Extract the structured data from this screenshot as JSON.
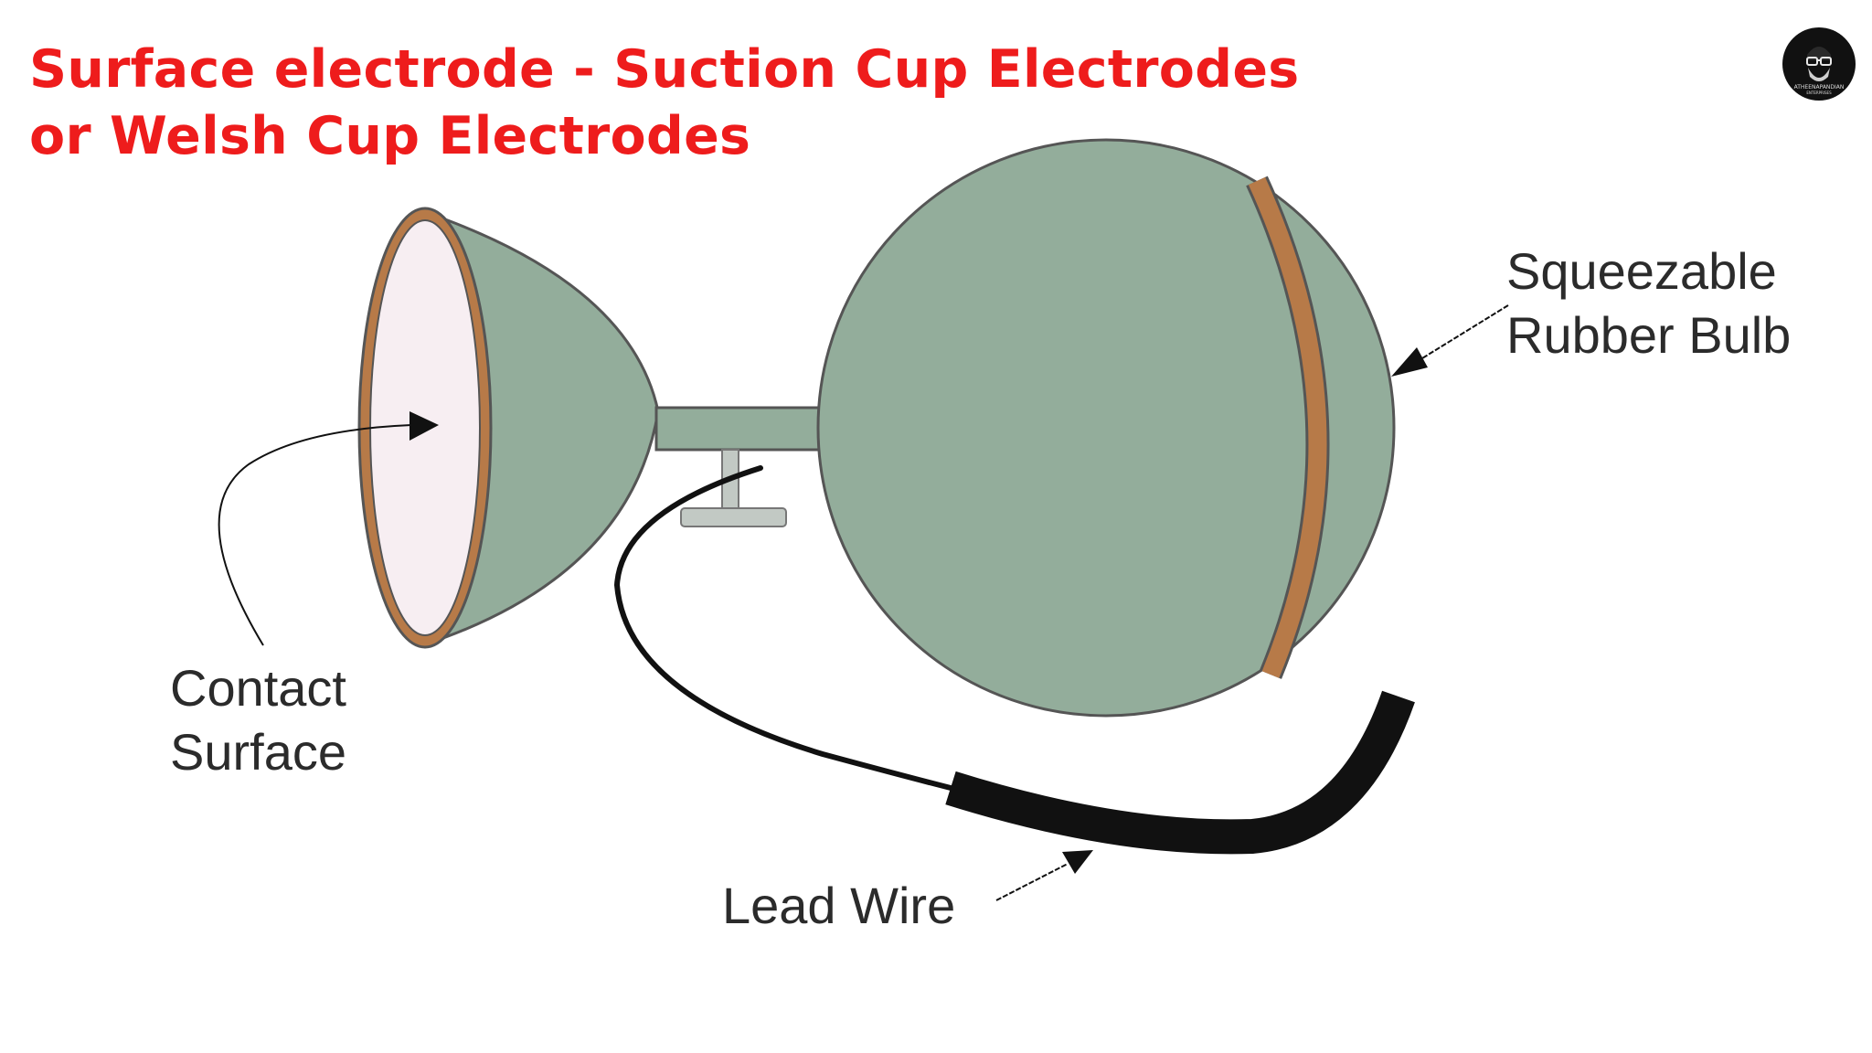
{
  "title": {
    "line1": "Surface electrode - Suction Cup Electrodes",
    "line2": "or Welsh Cup Electrodes"
  },
  "logo": {
    "text": "ATHEENAPANDIAN",
    "subtext": "ENTERPRISES",
    "icon": "bearded-man-glasses-icon"
  },
  "labels": {
    "bulb_line1": "Squeezable",
    "bulb_line2": "Rubber Bulb",
    "contact_line1": "Contact",
    "contact_line2": "Surface",
    "lead": "Lead Wire"
  },
  "colors": {
    "title": "#ee1c1c",
    "bulb": "#93ad9b",
    "rim": "#b77a48",
    "contact_face": "#f7eef2",
    "outline": "#555555"
  }
}
